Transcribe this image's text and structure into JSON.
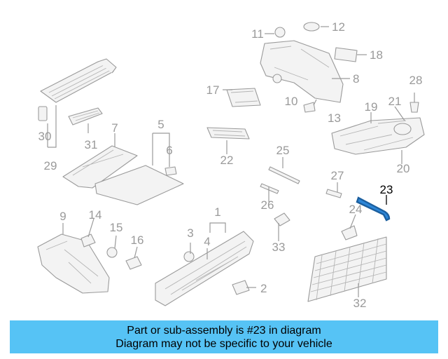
{
  "diagram": {
    "highlighted_part": "23",
    "highlight_color": "#2c86d8",
    "callouts": [
      "1",
      "2",
      "3",
      "4",
      "5",
      "6",
      "7",
      "8",
      "9",
      "10",
      "11",
      "12",
      "13",
      "14",
      "15",
      "16",
      "17",
      "18",
      "19",
      "20",
      "21",
      "22",
      "23",
      "24",
      "25",
      "26",
      "27",
      "28",
      "29",
      "30",
      "31",
      "32",
      "33"
    ]
  },
  "banner": {
    "line1": "Part or sub-assembly is #23 in diagram",
    "line2": "Diagram may not be specific to your vehicle",
    "background": "#56c3f5"
  }
}
